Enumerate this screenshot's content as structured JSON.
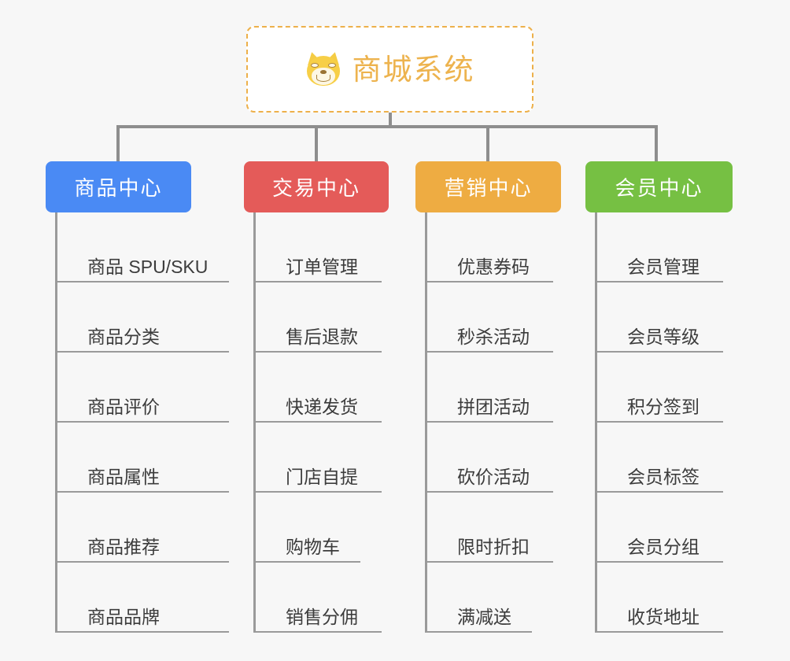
{
  "page": {
    "background_color": "#f7f7f7",
    "connector_color": "#8e8e8e"
  },
  "root": {
    "title": "商城系统",
    "icon": "shiba-dog-face-icon",
    "text_color": "#edb34e",
    "border_color": "#edb04a",
    "background_color": "#ffffff"
  },
  "columns": [
    {
      "category": "商品中心",
      "color": "#4a8af4",
      "items": [
        {
          "label": "商品 SPU/SKU"
        },
        {
          "label": "商品分类"
        },
        {
          "label": "商品评价"
        },
        {
          "label": "商品属性"
        },
        {
          "label": "商品推荐"
        },
        {
          "label": "商品品牌"
        }
      ]
    },
    {
      "category": "交易中心",
      "color": "#e45b59",
      "items": [
        {
          "label": "订单管理"
        },
        {
          "label": "售后退款"
        },
        {
          "label": "快递发货"
        },
        {
          "label": "门店自提"
        },
        {
          "label": "购物车",
          "short": true
        },
        {
          "label": "销售分佣"
        }
      ]
    },
    {
      "category": "营销中心",
      "color": "#eeac42",
      "items": [
        {
          "label": "优惠券码"
        },
        {
          "label": "秒杀活动"
        },
        {
          "label": "拼团活动"
        },
        {
          "label": "砍价活动"
        },
        {
          "label": "限时折扣"
        },
        {
          "label": "满减送",
          "short": true
        }
      ]
    },
    {
      "category": "会员中心",
      "color": "#76c043",
      "items": [
        {
          "label": "会员管理"
        },
        {
          "label": "会员等级"
        },
        {
          "label": "积分签到"
        },
        {
          "label": "会员标签"
        },
        {
          "label": "会员分组"
        },
        {
          "label": "收货地址"
        }
      ]
    }
  ]
}
